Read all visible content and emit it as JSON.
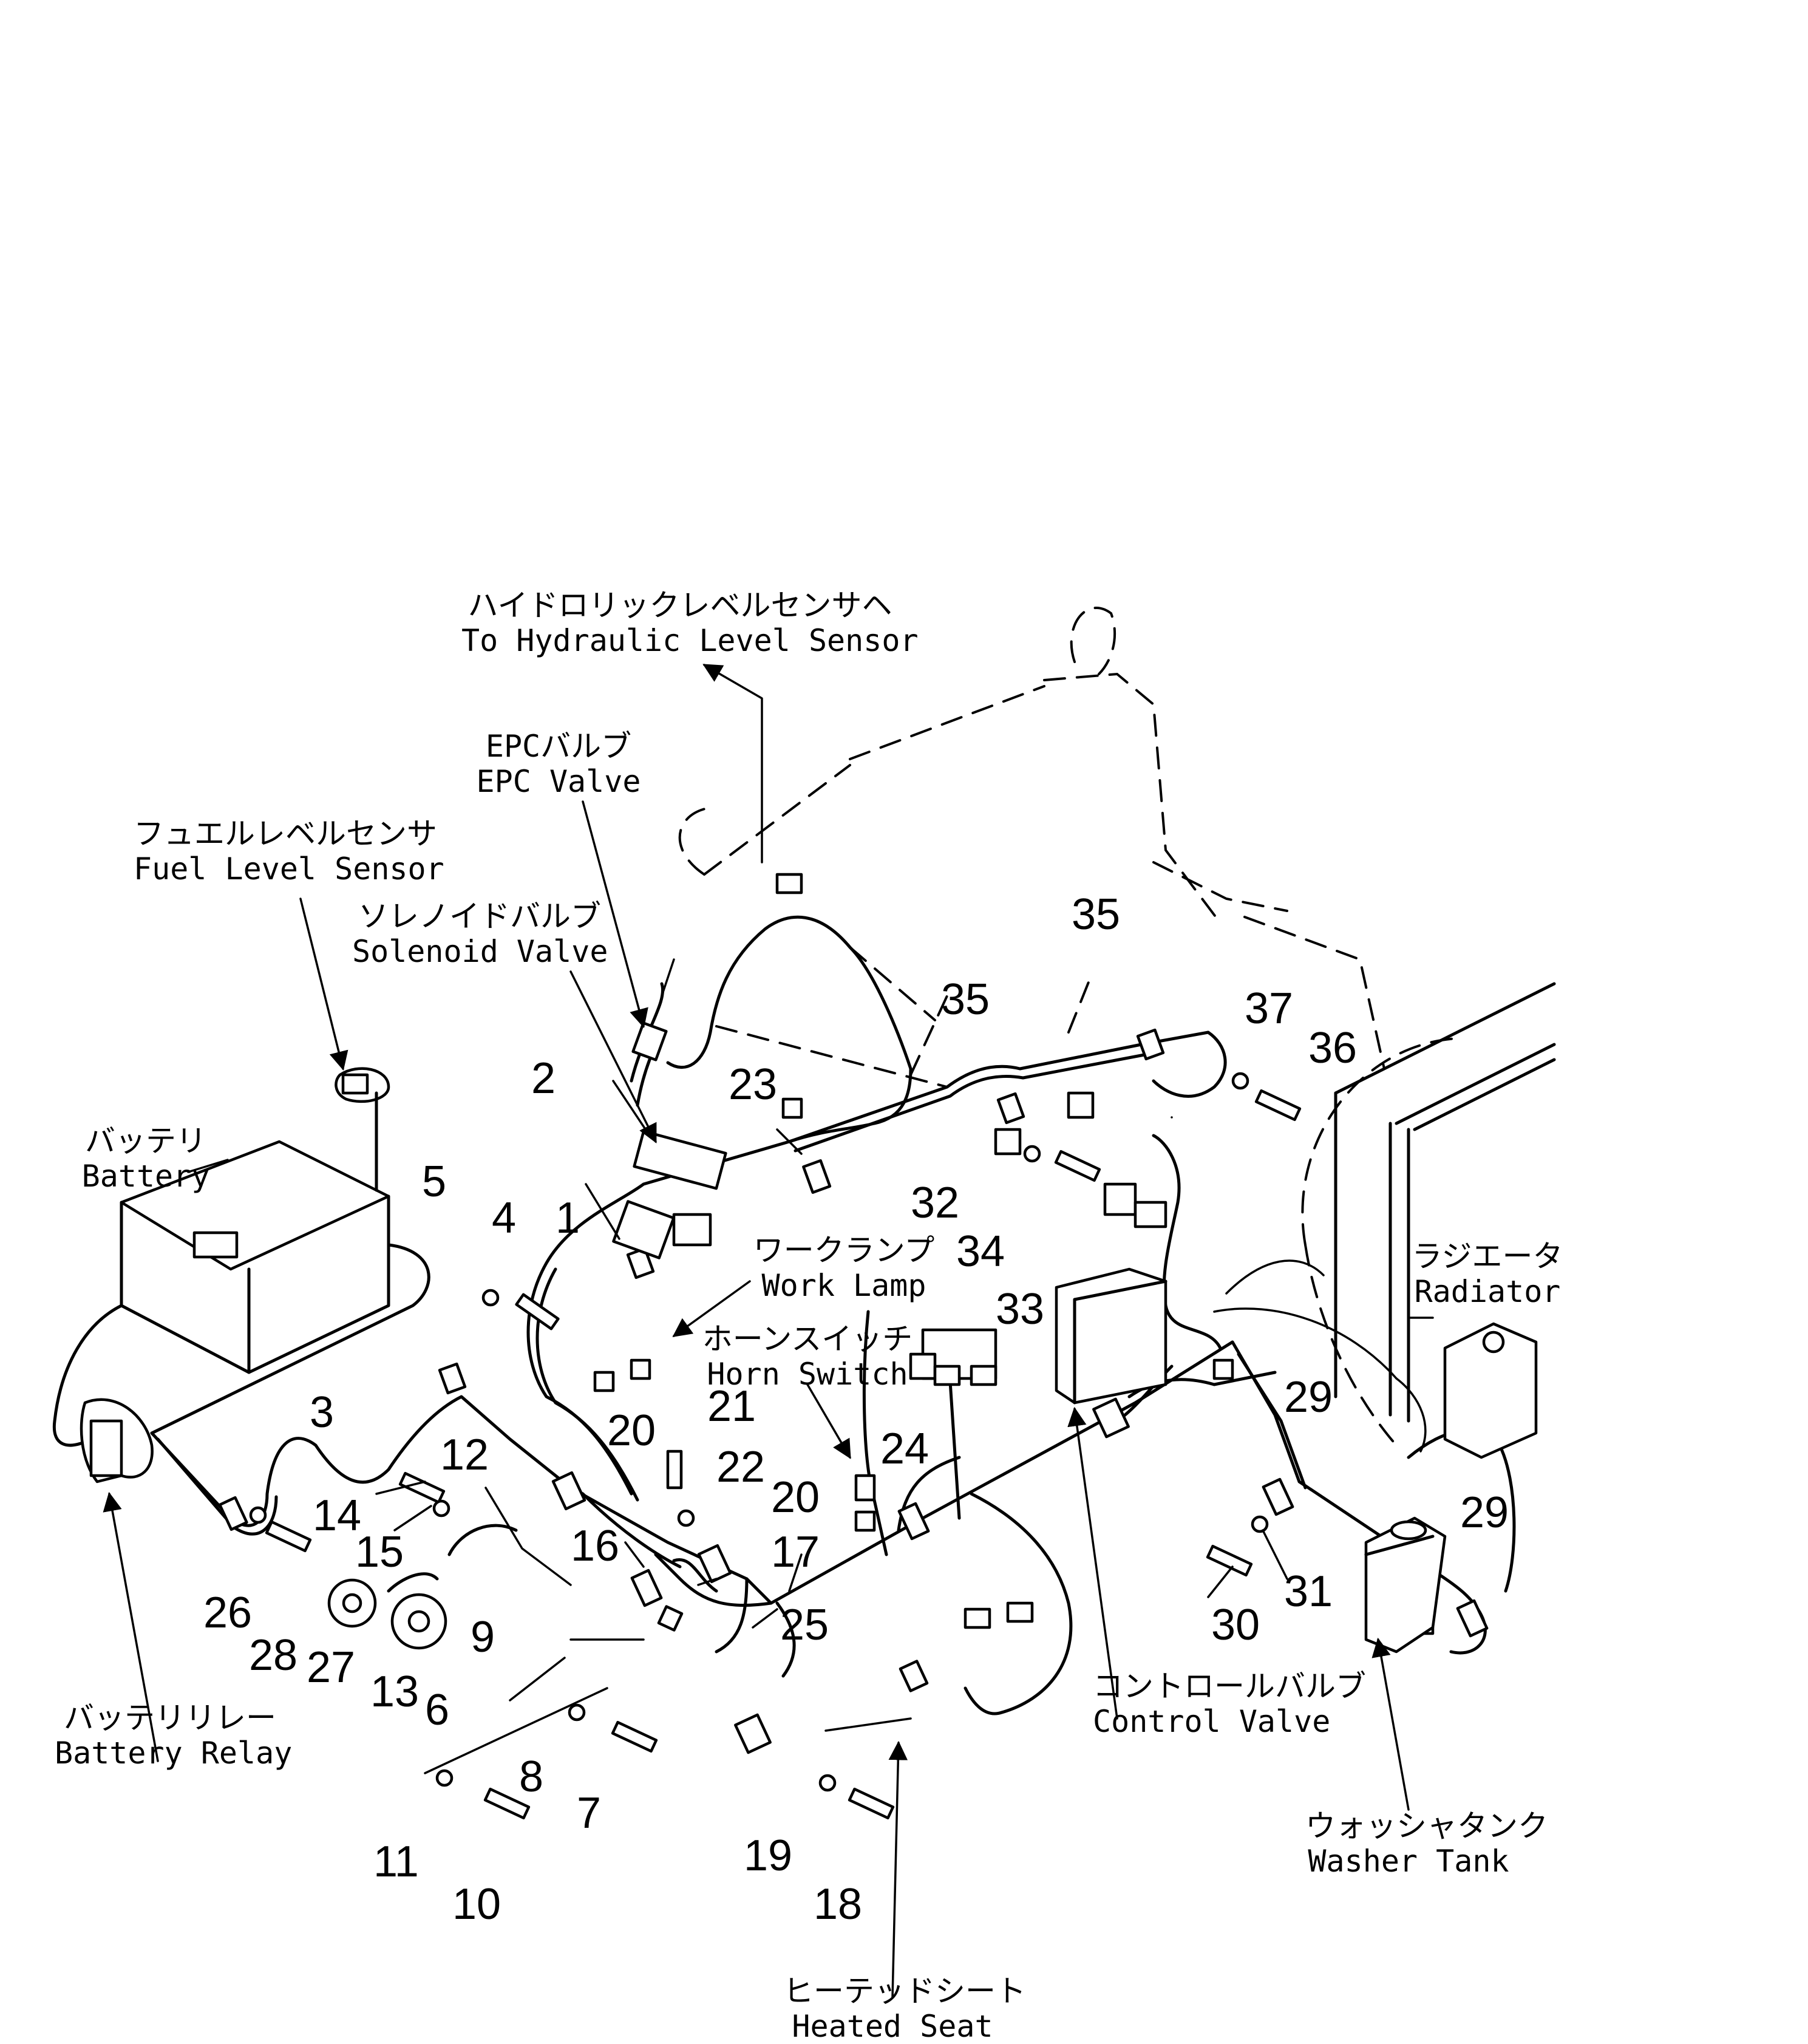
{
  "labels": {
    "hydraulic_sensor": {
      "ja": "ハイドロリックレベルセンサヘ",
      "en": "To Hydraulic Level Sensor"
    },
    "epc_valve": {
      "ja": "EPCバルブ",
      "en": "EPC Valve"
    },
    "fuel_level_sensor": {
      "ja": "フュエルレベルセンサ",
      "en": "Fuel Level Sensor"
    },
    "solenoid_valve": {
      "ja": "ソレノイドバルブ",
      "en": "Solenoid Valve"
    },
    "battery": {
      "ja": "バッテリ",
      "en": "Battery"
    },
    "work_lamp": {
      "ja": "ワークランプ",
      "en": "Work Lamp"
    },
    "horn_switch": {
      "ja": "ホーンスイッチ",
      "en": "Horn Switch"
    },
    "radiator": {
      "ja": "ラジエータ",
      "en": "Radiator"
    },
    "battery_relay": {
      "ja": "バッテリリレー",
      "en": "Battery Relay"
    },
    "control_valve": {
      "ja": "コントロールバルブ",
      "en": "Control Valve"
    },
    "washer_tank": {
      "ja": "ウォッシャタンク",
      "en": "Washer Tank"
    },
    "heated_seat": {
      "ja": "ヒーテッドシート",
      "en": "Heated Seat"
    }
  },
  "part_numbers": [
    "1",
    "2",
    "3",
    "4",
    "5",
    "6",
    "7",
    "8",
    "9",
    "10",
    "11",
    "12",
    "13",
    "14",
    "15",
    "16",
    "17",
    "18",
    "19",
    "20",
    "20",
    "21",
    "22",
    "23",
    "24",
    "25",
    "26",
    "27",
    "28",
    "29",
    "29",
    "30",
    "31",
    "32",
    "33",
    "34",
    "35",
    "35",
    "36",
    "37"
  ]
}
